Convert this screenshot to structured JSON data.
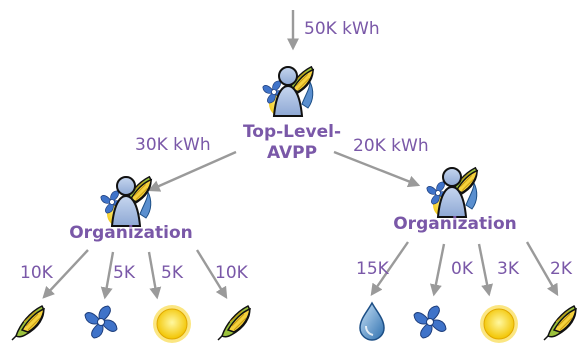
{
  "top_input": "50K kWh",
  "root": {
    "label_line1": "Top-Level-",
    "label_line2": "AVPP"
  },
  "left_edge": "30K kWh",
  "right_edge": "20K kWh",
  "left_org": {
    "label": "Organization",
    "children": [
      {
        "amount": "10K",
        "icon": "corn-icon"
      },
      {
        "amount": "5K",
        "icon": "wind-fan-icon"
      },
      {
        "amount": "5K",
        "icon": "sun-icon"
      },
      {
        "amount": "10K",
        "icon": "corn-icon"
      }
    ]
  },
  "right_org": {
    "label": "Organization",
    "children": [
      {
        "amount": "15K",
        "icon": "water-drop-icon"
      },
      {
        "amount": "0K",
        "icon": "wind-fan-icon"
      },
      {
        "amount": "3K",
        "icon": "sun-icon"
      },
      {
        "amount": "2K",
        "icon": "corn-icon"
      }
    ]
  },
  "colors": {
    "text": "#7a58a8",
    "arrow": "#9a9a9a",
    "person": "#9fb6dc"
  }
}
